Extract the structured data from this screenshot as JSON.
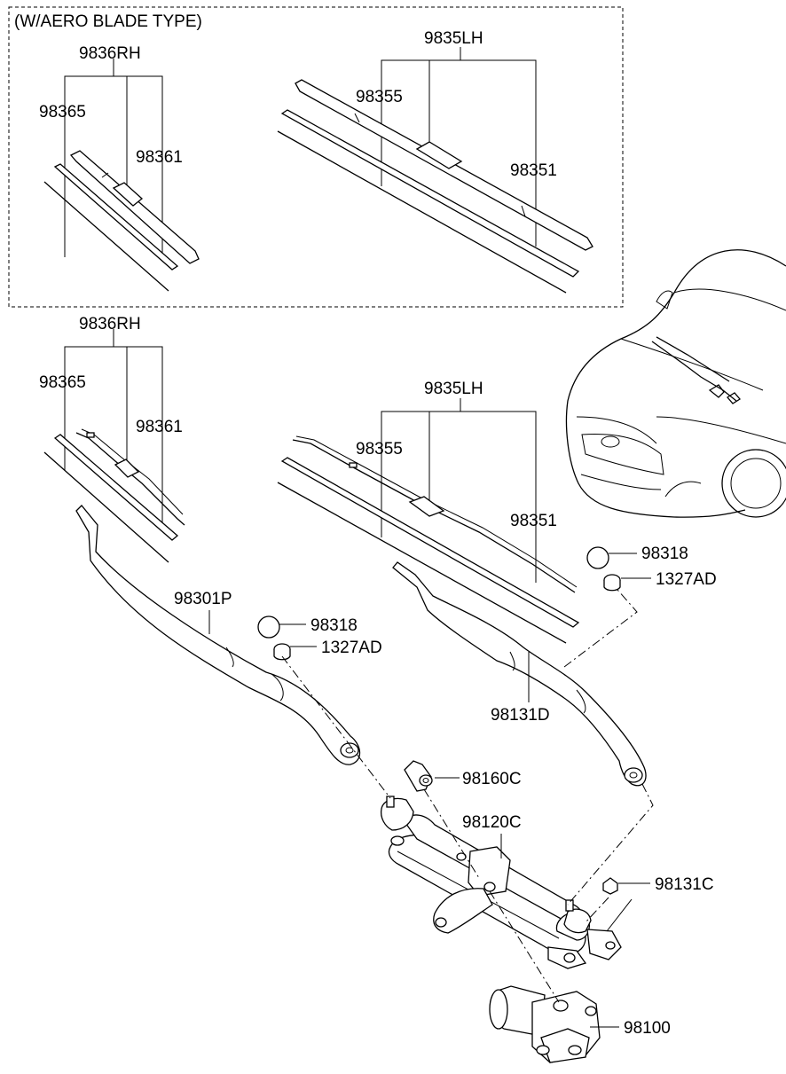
{
  "diagram": {
    "inset_title": "(W/AERO BLADE TYPE)",
    "inset_labels": {
      "rh_assembly": "9836RH",
      "rh_blade": "98365",
      "rh_refill": "98361",
      "lh_assembly": "9835LH",
      "lh_blade": "98355",
      "lh_refill": "98351"
    },
    "main_labels": {
      "rh_assembly": "9836RH",
      "rh_blade": "98365",
      "rh_refill": "98361",
      "lh_assembly": "9835LH",
      "lh_blade": "98355",
      "lh_refill": "98351",
      "rh_arm": "98301P",
      "rh_cap": "98318",
      "rh_nut": "1327AD",
      "lh_cap": "98318",
      "lh_nut": "1327AD",
      "lh_arm": "98131D",
      "bracket": "98160C",
      "linkage": "98120C",
      "nut": "98131C",
      "motor": "98100"
    }
  }
}
